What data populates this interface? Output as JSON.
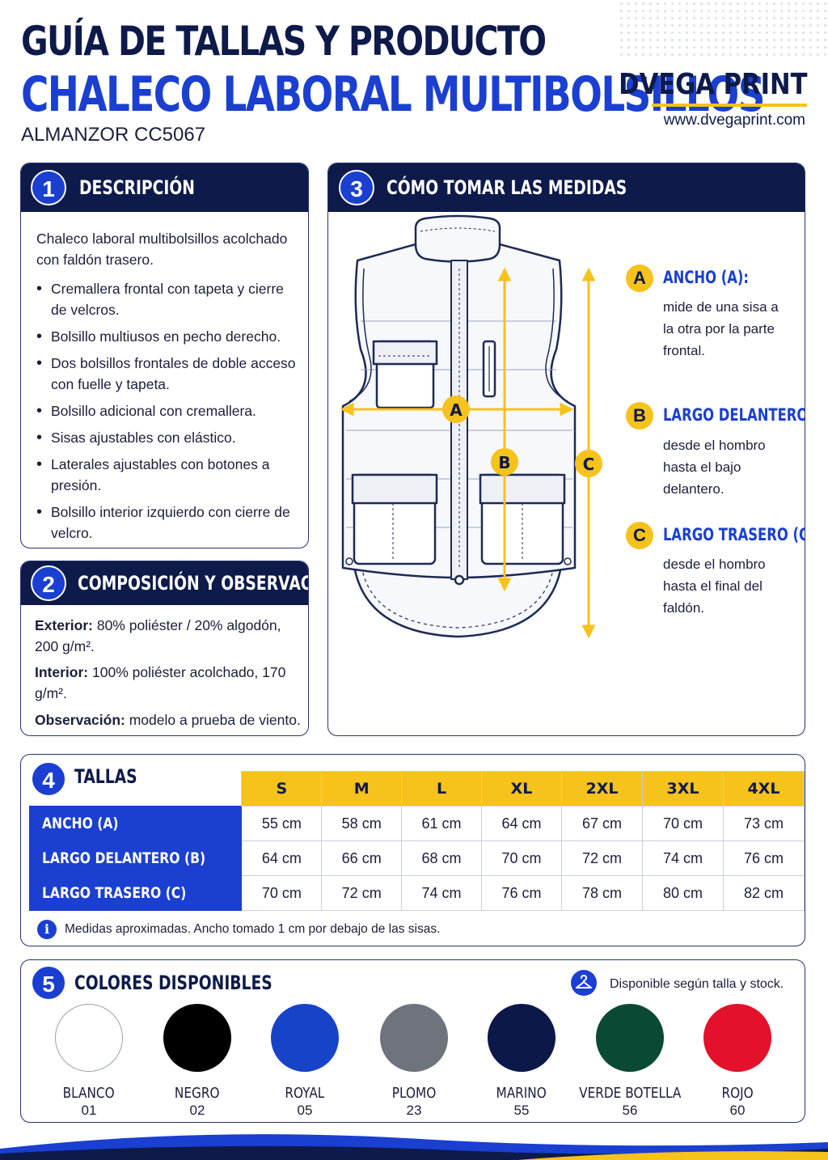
{
  "header": {
    "title_line1": "GUÍA DE TALLAS Y PRODUCTO",
    "title_line2": "CHALECO LABORAL MULTIBOLSILLOS",
    "subtitle": "ALMANZOR CC5067",
    "brand": "DVEGA PRINT",
    "brand_url": "www.dvegaprint.com"
  },
  "colors": {
    "navy": "#0d1a4a",
    "royal": "#1a3fd1",
    "yellow": "#f6c21c"
  },
  "description": {
    "number": "1",
    "title": "DESCRIPCIÓN",
    "intro": "Chaleco laboral multibolsillos acolchado con faldón trasero.",
    "items": [
      "Cremallera frontal con tapeta y cierre de velcros.",
      "Bolsillo multiusos en pecho derecho.",
      "Dos bolsillos frontales de doble acceso con fuelle y tapeta.",
      "Bolsillo adicional con cremallera.",
      "Sisas ajustables con elástico.",
      "Laterales ajustables con botones a presión.",
      "Bolsillo interior izquierdo con cierre de velcro."
    ]
  },
  "composition": {
    "number": "2",
    "title": "COMPOSICIÓN Y OBSERVACIONES",
    "exterior_label": "Exterior:",
    "exterior_value": "80% poliéster / 20% algodón, 200 g/m².",
    "interior_label": "Interior:",
    "interior_value": "100% poliéster acolchado, 170 g/m².",
    "observation_label": "Observación:",
    "observation_value": "modelo a prueba de viento."
  },
  "measure": {
    "number": "3",
    "title": "CÓMO TOMAR LAS MEDIDAS",
    "diagram_icon": "vest-diagram-icon",
    "items": [
      {
        "letter": "A",
        "title": "ANCHO (A):",
        "text": "mide de una sisa a la otra por la parte frontal."
      },
      {
        "letter": "B",
        "title": "LARGO DELANTERO (B):",
        "text": "desde el hombro hasta el bajo delantero."
      },
      {
        "letter": "C",
        "title": "LARGO TRASERO (C):",
        "text": "desde el hombro hasta el final del faldón."
      }
    ]
  },
  "sizes": {
    "number": "4",
    "title": "TALLAS",
    "columns": [
      "S",
      "M",
      "L",
      "XL",
      "2XL",
      "3XL",
      "4XL"
    ],
    "rows": [
      {
        "label": "ANCHO (A)",
        "values": [
          "55 cm",
          "58 cm",
          "61 cm",
          "64 cm",
          "67 cm",
          "70 cm",
          "73 cm"
        ]
      },
      {
        "label": "LARGO DELANTERO (B)",
        "values": [
          "64 cm",
          "66 cm",
          "68 cm",
          "70 cm",
          "72 cm",
          "74 cm",
          "76 cm"
        ]
      },
      {
        "label": "LARGO TRASERO (C)",
        "values": [
          "70 cm",
          "72 cm",
          "74 cm",
          "76 cm",
          "78 cm",
          "80 cm",
          "82 cm"
        ]
      }
    ],
    "note_icon": "info-icon",
    "note": "Medidas aproximadas. Ancho tomado 1 cm por debajo de las sisas."
  },
  "swatches": {
    "number": "5",
    "title": "COLORES DISPONIBLES",
    "availability_icon": "hanger-icon",
    "availability": "Disponible según talla y stock.",
    "items": [
      {
        "name": "BLANCO",
        "code": "01",
        "hex": "#ffffff"
      },
      {
        "name": "NEGRO",
        "code": "02",
        "hex": "#000000"
      },
      {
        "name": "ROYAL",
        "code": "05",
        "hex": "#1743c9"
      },
      {
        "name": "PLOMO",
        "code": "23",
        "hex": "#6e737c"
      },
      {
        "name": "MARINO",
        "code": "55",
        "hex": "#0c1848"
      },
      {
        "name": "VERDE BOTELLA",
        "code": "56",
        "hex": "#0a4a34"
      },
      {
        "name": "ROJO",
        "code": "60",
        "hex": "#e3112b"
      }
    ]
  }
}
